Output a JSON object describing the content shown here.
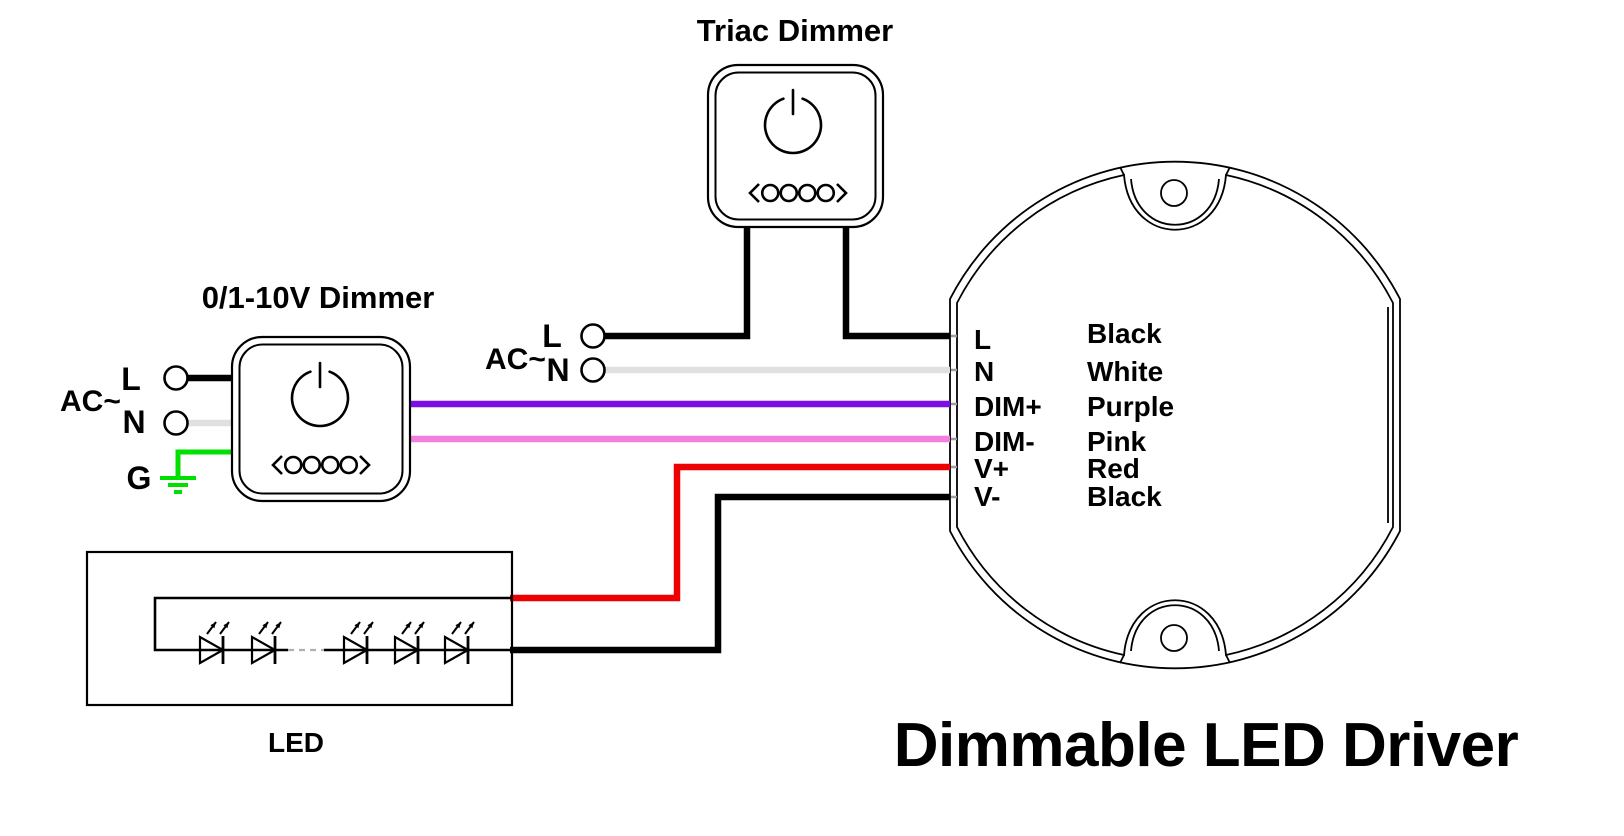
{
  "titles": {
    "triac_dimmer": "Triac Dimmer",
    "zero_one_ten_dimmer": "0/1-10V Dimmer",
    "led": "LED",
    "driver": "Dimmable LED Driver"
  },
  "ac_input_left": {
    "label": "AC~",
    "line": "L",
    "neutral": "N",
    "ground": "G"
  },
  "ac_input_middle": {
    "label": "AC~",
    "line": "L",
    "neutral": "N"
  },
  "driver": {
    "terminals": [
      {
        "name": "L",
        "wire_color_name": "Black",
        "wire_color": "#000000"
      },
      {
        "name": "N",
        "wire_color_name": "White",
        "wire_color": "#E0E0E0"
      },
      {
        "name": "DIM+",
        "wire_color_name": "Purple",
        "wire_color": "#7C10E2"
      },
      {
        "name": "DIM-",
        "wire_color_name": "Pink",
        "wire_color": "#F480DD"
      },
      {
        "name": "V+",
        "wire_color_name": "Red",
        "wire_color": "#EF0000"
      },
      {
        "name": "V-",
        "wire_color_name": "Black",
        "wire_color": "#000000"
      }
    ]
  },
  "wire_colors": {
    "black": "#000000",
    "white": "#E0E0E0",
    "purple": "#7C10E2",
    "pink": "#F480DD",
    "red": "#EF0000",
    "green": "#00E000"
  },
  "label_color_gray": "#7F7F7F",
  "icons": {
    "power": "power-icon",
    "dim_level_selector": "dim-level-selector-icon",
    "ground": "ground-icon",
    "led_diode": "led-diode-icon"
  }
}
